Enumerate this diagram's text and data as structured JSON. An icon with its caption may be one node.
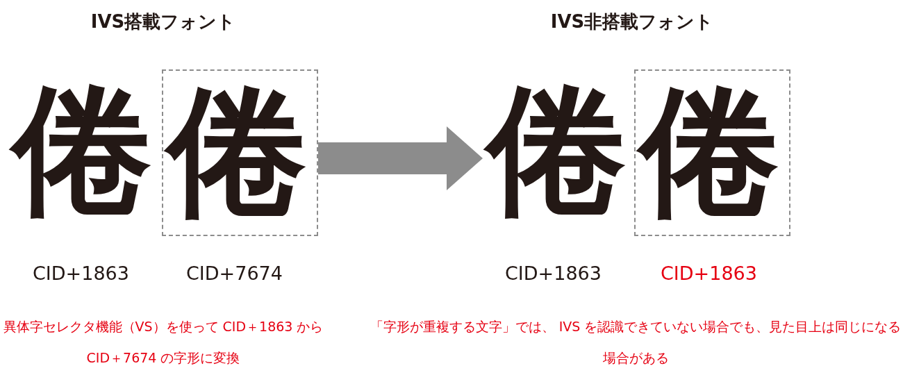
{
  "diagram": {
    "nodes": [
      {
        "text": [
          "倦"
        ],
        "beside": [
          "CID+1863"
        ]
      },
      {
        "text": [
          "倦"
        ],
        "beside": [
          "CID+7674"
        ]
      },
      {
        "text": [
          "倦"
        ],
        "beside": [
          "CID+1863"
        ]
      },
      {
        "text": [
          "倦"
        ],
        "beside": [
          "CID+1863"
        ]
      }
    ],
    "edges": [
      {
        "from": 1,
        "to": 2,
        "arrow": "to",
        "style": "thick",
        "color": "#8c8c8c"
      }
    ],
    "labels": [
      "IVS搭載フォント",
      "IVS非搭載フォント",
      "異体字セレクタ機能（VS）を使って CID＋1863 から CID＋7674 の字形に変換",
      "「字形が重複する文字」では、 IVS を認識できていない場合でも、見た目上は同じになる場合がある"
    ]
  }
}
